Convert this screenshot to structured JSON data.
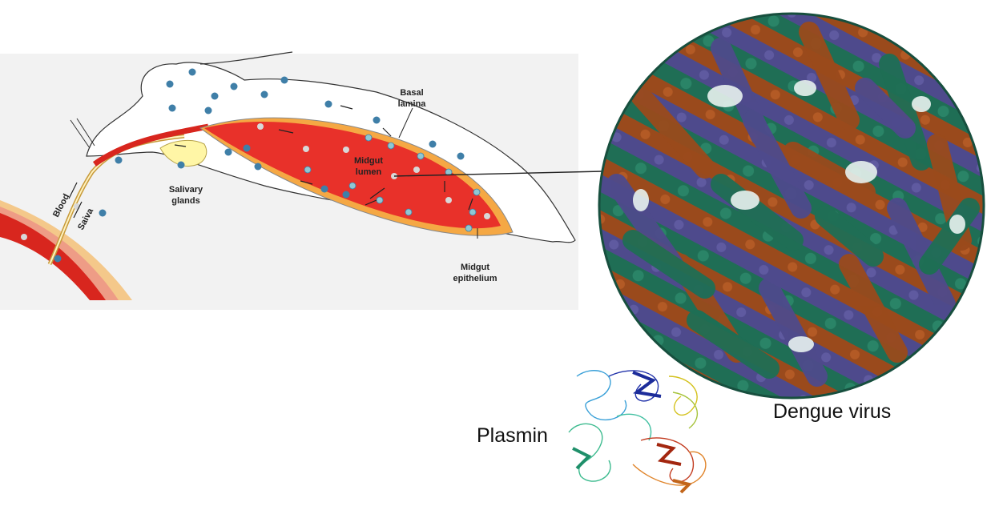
{
  "mosquito_diagram": {
    "labels": {
      "basal_lamina_1": "Basal",
      "basal_lamina_2": "lamina",
      "midgut_lumen_1": "Midgut",
      "midgut_lumen_2": "lumen",
      "salivary_1": "Salivary",
      "salivary_2": "glands",
      "epithelium_1": "Midgut",
      "epithelium_2": "epithelium",
      "blood": "Blood",
      "saliva": "Saiva"
    }
  },
  "virus_label": "Dengue virus",
  "plasmin_label": "Plasmin",
  "colors": {
    "midgut_red": "#e8312a",
    "epithelium_orange": "#f5a844",
    "virion_blue": "#3f7fa8",
    "virus_green": "#1f6e55",
    "virus_orange": "#9a4a1c",
    "virus_purple": "#4e4a8c",
    "panel_bg": "#f2f2f2"
  }
}
